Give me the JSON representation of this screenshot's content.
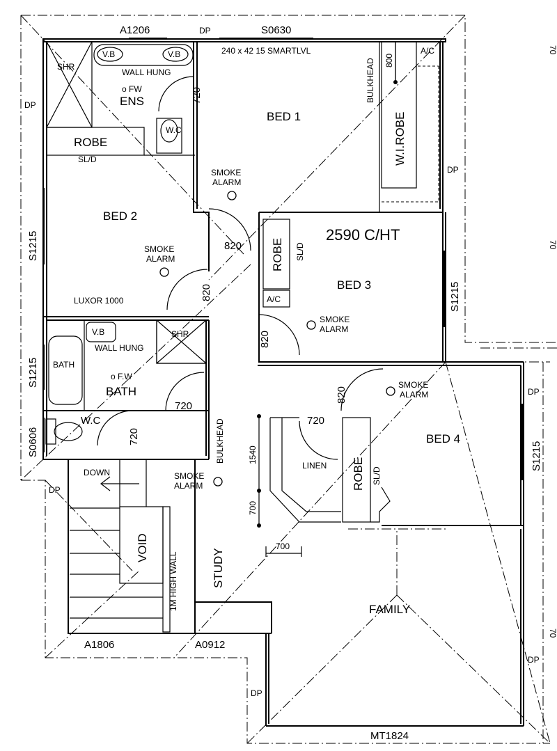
{
  "rooms": {
    "bed1": "BED 1",
    "bed2": "BED 2",
    "bed3": "BED 3",
    "bed4": "BED 4",
    "ens": "ENS",
    "bath": "BATH",
    "bath_tub": "BATH",
    "wc_main": "W.C",
    "wc_ens": "W.C",
    "family": "FAMILY",
    "study": "STUDY",
    "linen": "LINEN",
    "void": "VOID",
    "wi_robe": "W.I.ROBE",
    "robe_bed2": "ROBE",
    "robe_bed3": "ROBE",
    "robe_bed4": "ROBE",
    "shr_ens": "SHR",
    "shr_bath": "SHR"
  },
  "notes": {
    "ceiling_height": "2590 C/HT",
    "beam": "240 x 42 15 SMARTLVL",
    "wall_hung_ens": "WALL HUNG",
    "wall_hung_bath": "WALL HUNG",
    "fw_ens": "o FW",
    "fw_bath": "o F.W",
    "luxor": "LUXOR 1000",
    "vb1": "V.B",
    "vb2": "V.B",
    "vb3": "V.B",
    "bulkhead_top": "BULKHEAD",
    "bulkhead_bath": "BULKHEAD",
    "high_wall": "1M HIGH WALL",
    "down": "DOWN",
    "ac_top": "A/C",
    "ac_bed3": "A/C",
    "sld_bed2": "SL/D",
    "sld_bed3": "SL/D",
    "sld_bed4": "SL/D"
  },
  "smoke_alarms": [
    "SMOKE\nALARM",
    "SMOKE\nALARM",
    "SMOKE\nALARM",
    "SMOKE\nALARM",
    "SMOKE\nALARM"
  ],
  "smoke_alarm_line1": "SMOKE",
  "smoke_alarm_line2": "ALARM",
  "windows": {
    "a1206": "A1206",
    "s0630": "S0630",
    "s1215_bed2": "S1215",
    "s1215_bath": "S1215",
    "s0606": "S0606",
    "s1215_bed3": "S1215",
    "s1215_bed4": "S1215",
    "a1806": "A1806",
    "a0912": "A0912",
    "mt1824": "MT1824"
  },
  "downpipes": [
    "DP",
    "DP",
    "DP",
    "DP",
    "DP",
    "DP",
    "DP"
  ],
  "dimensions": {
    "door_ens": "720",
    "door_bed1": "820",
    "door_bed2": "820",
    "door_bath": "720",
    "door_wc": "720",
    "door_bed3": "820",
    "door_bed4": "820",
    "door_linen": "720",
    "robe_depth": "800",
    "stair_1540": "1540",
    "stair_700v": "700",
    "stair_700h": "700"
  },
  "margin_marks": [
    "70",
    "70",
    "70"
  ]
}
